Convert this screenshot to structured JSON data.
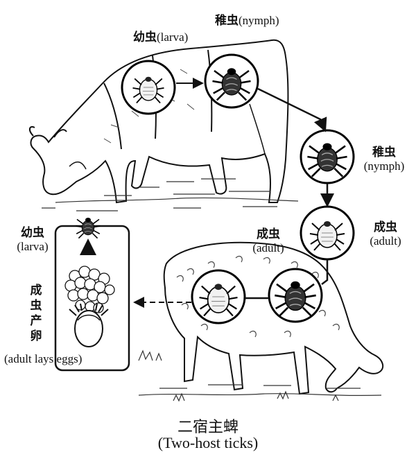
{
  "labels": {
    "larva_top_zh": "幼虫",
    "larva_top_en": "(larva)",
    "nymph_top_zh": "稚虫",
    "nymph_top_en": "(nymph)",
    "nymph_right_zh": "稚虫",
    "nymph_right_en": "(nymph)",
    "adult_right_zh": "成虫",
    "adult_right_en": "(adult)",
    "adult_mid_zh": "成虫",
    "adult_mid_en": "(adult)",
    "larva_left_zh": "幼虫",
    "larva_left_en": "(larva)",
    "lays_zh_1": "成",
    "lays_zh_2": "虫",
    "lays_zh_3": "产",
    "lays_zh_4": "卵",
    "lays_en": "(adult lays eggs)"
  },
  "title": {
    "zh": "二宿主蜱",
    "en": "(Two-host ticks)"
  }
}
